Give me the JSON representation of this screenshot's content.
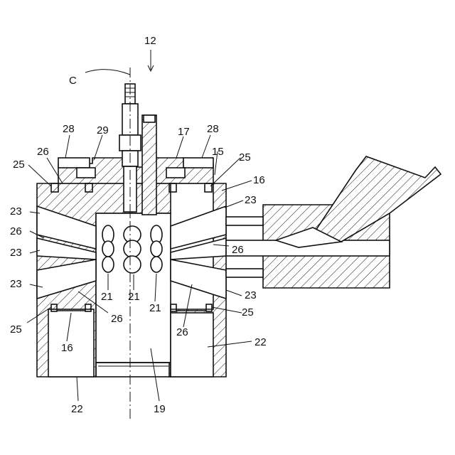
{
  "figure": {
    "axis_label": "C",
    "labels": [
      {
        "id": "l12",
        "text": "12"
      },
      {
        "id": "l17",
        "text": "17"
      },
      {
        "id": "l28a",
        "text": "28"
      },
      {
        "id": "l29",
        "text": "29"
      },
      {
        "id": "l28b",
        "text": "28"
      },
      {
        "id": "l15",
        "text": "15"
      },
      {
        "id": "l26a",
        "text": "26"
      },
      {
        "id": "l25a",
        "text": "25"
      },
      {
        "id": "l25b",
        "text": "25"
      },
      {
        "id": "l16a",
        "text": "16"
      },
      {
        "id": "l23a",
        "text": "23"
      },
      {
        "id": "l23b",
        "text": "23"
      },
      {
        "id": "l26b",
        "text": "26"
      },
      {
        "id": "l26c",
        "text": "26"
      },
      {
        "id": "l23c",
        "text": "23"
      },
      {
        "id": "l23d",
        "text": "23"
      },
      {
        "id": "l21a",
        "text": "21"
      },
      {
        "id": "l21b",
        "text": "21"
      },
      {
        "id": "l21c",
        "text": "21"
      },
      {
        "id": "l23e",
        "text": "23"
      },
      {
        "id": "l26d",
        "text": "26"
      },
      {
        "id": "l25c",
        "text": "25"
      },
      {
        "id": "l25d",
        "text": "25"
      },
      {
        "id": "l16b",
        "text": "16"
      },
      {
        "id": "l26e",
        "text": "26"
      },
      {
        "id": "l22a",
        "text": "22"
      },
      {
        "id": "l22b",
        "text": "22"
      },
      {
        "id": "l19",
        "text": "19"
      }
    ]
  }
}
